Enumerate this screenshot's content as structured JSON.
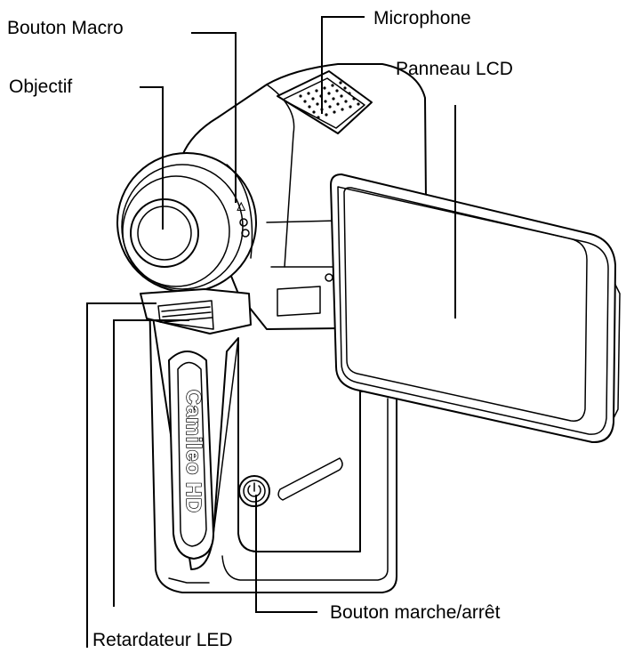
{
  "labels": {
    "macro_button": "Bouton Macro",
    "microphone": "Microphone",
    "lens": "Objectif",
    "lcd_panel": "Panneau LCD",
    "power_button": "Bouton marche/arrêt",
    "self_timer_led": "Retardateur LED"
  },
  "device": {
    "brand_text": "Camileo HD"
  },
  "colors": {
    "outline": "#000000",
    "background": "#ffffff"
  }
}
